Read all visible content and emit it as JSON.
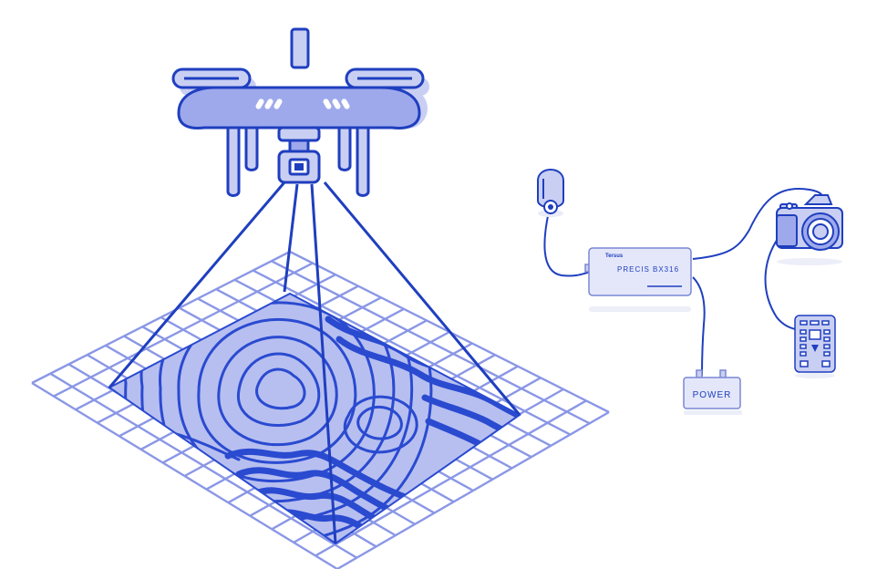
{
  "colors": {
    "line": "#1f3fbf",
    "fill_light": "#c9cff3",
    "fill_mid": "#8f9ce8",
    "fill_body": "#9ea9ec",
    "grid": "#8a97e6",
    "terrain_base": "#b7bff0",
    "contour": "#2a4ad0",
    "device_fill": "#e4e7fa",
    "device_stroke": "#7a87d4",
    "shadow": "#e9ebf7",
    "background": "#ffffff"
  },
  "device": {
    "brand": "Tersus",
    "model": "PRECIS BX316"
  },
  "power": {
    "label": "POWER"
  },
  "icons": {
    "drone": "drone-icon",
    "camera": "dslr-camera-icon",
    "antenna": "gnss-antenna-icon",
    "controller": "flight-controller-icon"
  }
}
